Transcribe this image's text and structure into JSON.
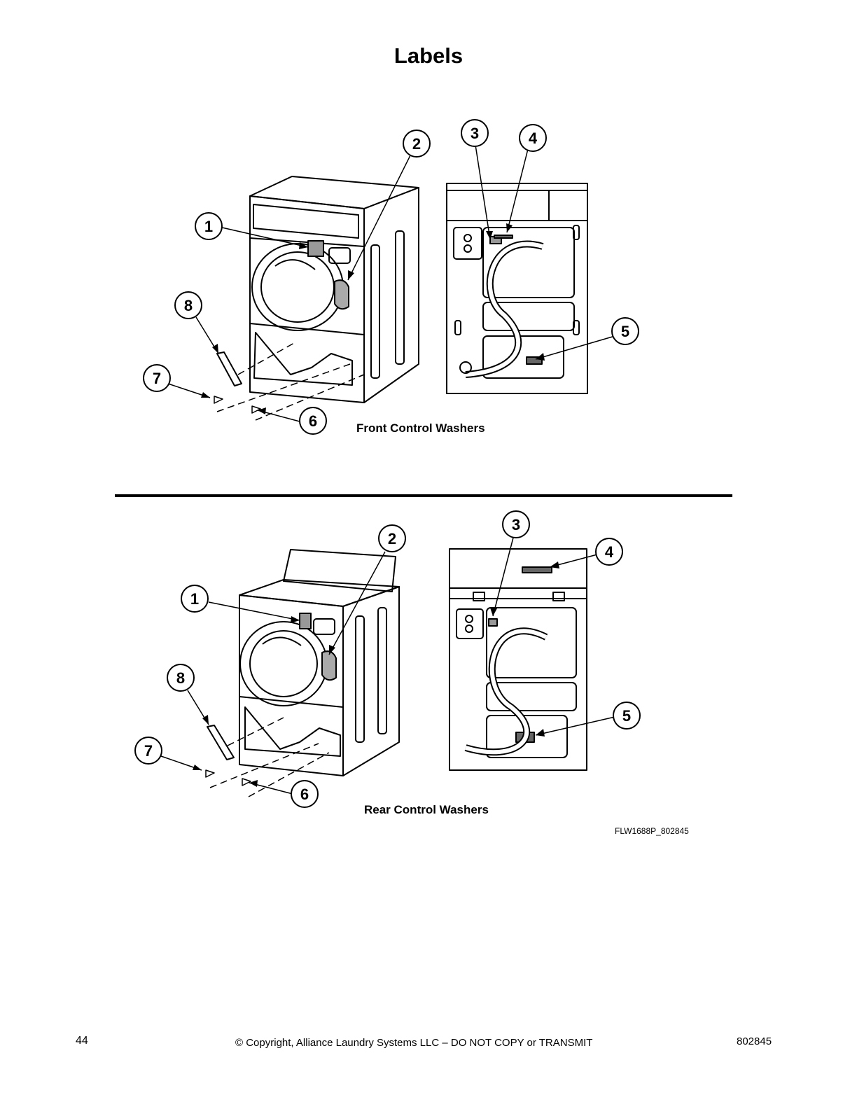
{
  "page_title": "Labels",
  "figures": {
    "front": {
      "caption": "Front Control Washers",
      "callouts": [
        "1",
        "2",
        "3",
        "4",
        "5",
        "6",
        "7",
        "8"
      ]
    },
    "rear": {
      "caption": "Rear Control Washers",
      "callouts": [
        "1",
        "2",
        "3",
        "4",
        "5",
        "6",
        "7",
        "8"
      ]
    },
    "figure_id": "FLW1688P_802845"
  },
  "footer": {
    "page_number": "44",
    "copyright": "© Copyright, Alliance Laundry Systems LLC – DO NOT COPY or TRANSMIT",
    "doc_number": "802845"
  }
}
